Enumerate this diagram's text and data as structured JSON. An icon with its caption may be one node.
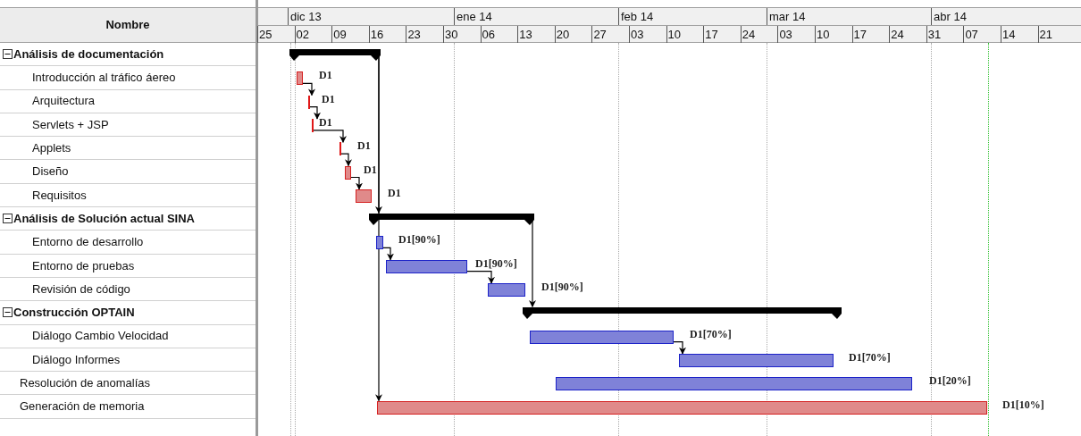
{
  "diagram": {
    "nodes": [
      {
        "text": [],
        "shape": "bar"
      },
      {
        "text": [],
        "shape": "bar",
        "beside": [
          "D1"
        ]
      },
      {
        "text": [],
        "shape": "bar",
        "beside": [
          "D1"
        ]
      },
      {
        "text": [],
        "shape": "bar",
        "beside": [
          "D1"
        ]
      },
      {
        "text": [],
        "shape": "bar",
        "beside": [
          "D1"
        ]
      },
      {
        "text": [],
        "shape": "bar",
        "beside": [
          "D1"
        ]
      },
      {
        "text": [],
        "shape": "bar",
        "beside": [
          "D1"
        ]
      },
      {
        "text": [],
        "shape": "bar"
      },
      {
        "text": [],
        "shape": "bar",
        "beside": [
          "D1[90%]"
        ]
      },
      {
        "text": [],
        "shape": "bar",
        "beside": [
          "D1[90%]"
        ]
      },
      {
        "text": [],
        "shape": "bar",
        "beside": [
          "D1[90%]"
        ]
      },
      {
        "text": [],
        "shape": "bar"
      },
      {
        "text": [],
        "shape": "bar",
        "beside": [
          "D1[70%]"
        ]
      },
      {
        "text": [],
        "shape": "bar",
        "beside": [
          "D1[70%]"
        ]
      },
      {
        "text": [],
        "shape": "bar",
        "beside": [
          "D1[20%]"
        ]
      },
      {
        "text": [],
        "shape": "bar",
        "beside": [
          "D1[10%]"
        ]
      }
    ],
    "edges": [
      {
        "from": 1,
        "to": 2,
        "arrow": "to"
      },
      {
        "from": 2,
        "to": 3,
        "arrow": "to"
      },
      {
        "from": 3,
        "to": 4,
        "arrow": "to"
      },
      {
        "from": 4,
        "to": 5,
        "arrow": "to"
      },
      {
        "from": 5,
        "to": 6,
        "arrow": "to"
      },
      {
        "from": 0,
        "to": 7,
        "arrow": "to"
      },
      {
        "from": 0,
        "to": 15,
        "arrow": "to"
      },
      {
        "from": 8,
        "to": 9,
        "arrow": "to"
      },
      {
        "from": 9,
        "to": 10,
        "arrow": "to"
      },
      {
        "from": 7,
        "to": 11,
        "arrow": "to"
      },
      {
        "from": 12,
        "to": 13,
        "arrow": "to"
      }
    ],
    "labels": [
      "Nombre",
      "dic 13",
      "ene 14",
      "feb 14",
      "mar 14",
      "abr 14",
      "25",
      "02",
      "09",
      "16",
      "23",
      "30",
      "06",
      "13",
      "20",
      "27",
      "03",
      "10",
      "17",
      "24",
      "03",
      "10",
      "17",
      "24",
      "31",
      "07",
      "14",
      "21",
      "Análisis de documentación",
      "Introducción al tráfico áereo",
      "Arquitectura",
      "Servlets + JSP",
      "Applets",
      "Diseño",
      "Requisitos",
      "Análisis de Solución actual SINA",
      "Entorno de desarrollo",
      "Entorno de pruebas",
      "Revisión de código",
      "Construcción OPTAIN",
      "Diálogo Cambio Velocidad",
      "Diálogo Informes",
      "Resolución de anomalías",
      "Generación de memoria"
    ]
  }
}
